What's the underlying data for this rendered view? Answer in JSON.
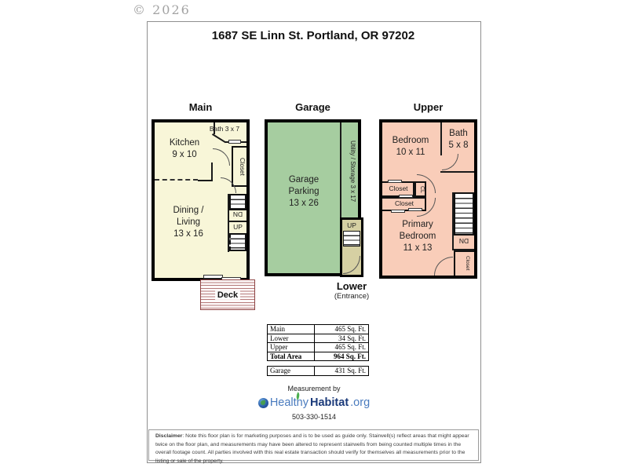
{
  "watermark": "© 2026",
  "title": "1687 SE Linn St. Portland, OR 97202",
  "plans": {
    "main": {
      "label": "Main",
      "bath": "Bath 3 x 7",
      "kitchen_l1": "Kitchen",
      "kitchen_l2": "9 x 10",
      "closet": "Closet",
      "dining_l1": "Dining /",
      "dining_l2": "Living",
      "dining_l3": "13 x 16",
      "dn": "DN",
      "up": "UP",
      "deck": "Deck"
    },
    "garage": {
      "label": "Garage",
      "parking_l1": "Garage",
      "parking_l2": "Parking",
      "parking_l3": "13 x 26",
      "utility": "Utility / Storage 3 x 17",
      "up": "UP"
    },
    "lower": {
      "label": "Lower",
      "sub": "(Entrance)"
    },
    "upper": {
      "label": "Upper",
      "bedroom_l1": "Bedroom",
      "bedroom_l2": "10 x 11",
      "bath_l1": "Bath",
      "bath_l2": "5 x 8",
      "closet_a": "Closet",
      "cl": "CL",
      "closet_b": "Closet",
      "primary_l1": "Primary",
      "primary_l2": "Bedroom",
      "primary_l3": "11 x 13",
      "dn": "DN",
      "closet_c": "Closet"
    }
  },
  "area_table": {
    "rows": [
      {
        "label": "Main",
        "value": "465 Sq. Ft."
      },
      {
        "label": "Lower",
        "value": "34 Sq. Ft."
      },
      {
        "label": "Upper",
        "value": "465 Sq. Ft."
      },
      {
        "label": "Total Area",
        "value": "964 Sq. Ft."
      }
    ],
    "garage_row": {
      "label": "Garage",
      "value": "431 Sq. Ft."
    }
  },
  "credit": {
    "measurement_by": "Measurement by",
    "brand_healthy": "Healthy",
    "brand_habitat": "Habitat",
    "brand_tld": ".org",
    "phone": "503-330-1514"
  },
  "disclaimer": {
    "label": "Disclaimer",
    "text": ": Note this floor plan is for marketing purposes and is to be used as guide only.  Stairwell(s) reflect areas that might appear twice on the floor plan, and measurements may have been altered to represent stairwells from being counted multiple times in the overall footage count.  All parties involved with this real estate transaction should verify for themselves all measurements prior to the listing or sale of the property."
  },
  "colors": {
    "main_fill": "#F8F6D8",
    "garage_fill": "#A6CDA0",
    "upper_fill": "#F9CDB9",
    "stairwell_fill": "#D6D0A3",
    "deck_stripe": "#B57979",
    "brand_blue": "#4A7BBE",
    "brand_navy": "#1B3A7A",
    "leaf_green": "#4CAF50"
  }
}
